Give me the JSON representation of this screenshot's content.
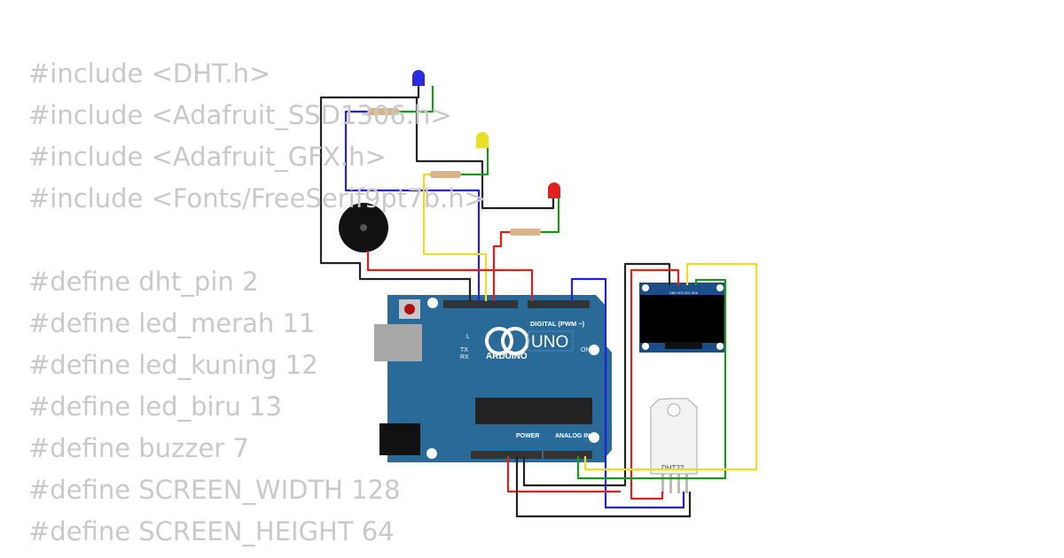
{
  "code_lines": [
    "#include <DHT.h>",
    "#include <Adafruit_SSD1306.h>",
    "#include <Adafruit_GFX.h>",
    "#include <Fonts/FreeSerif9pt7b.h>",
    "",
    "#define dht_pin 2",
    "#define led_merah 11",
    "#define led_kuning 12",
    "#define led_biru 13",
    "#define buzzer 7",
    "#define SCREEN_WIDTH 128",
    "#define SCREEN_HEIGHT 64"
  ],
  "arduino": {
    "logo": "UNO",
    "brand": "ARDUINO",
    "digital_label": "DIGITAL (PWM ~)",
    "power_label": "POWER",
    "analog_label": "ANALOG IN",
    "on_label": "ON",
    "l_label": "L",
    "tx_label": "TX",
    "rx_label": "RX"
  },
  "oled": {
    "pins": "GND VCC SCL SDA"
  },
  "dht": {
    "label": "DHT22"
  },
  "colors": {
    "board": "#2a6a98",
    "code_text": "#c9c9c9"
  }
}
